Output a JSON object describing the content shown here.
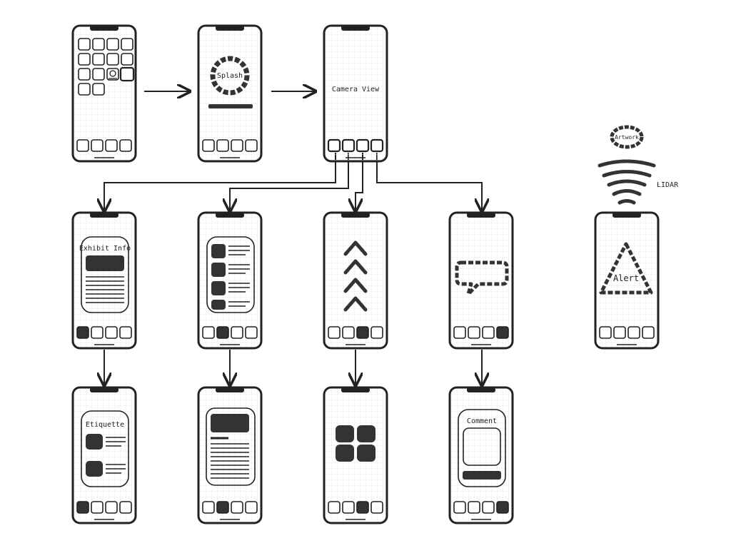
{
  "labels": {
    "splash": "Splash",
    "camera_view": "Camera View",
    "exhibit_info": "Exhibit Info",
    "etiquette": "Etiquette",
    "comment": "Comment",
    "artwork": "Artwork",
    "lidar": "LIDAR",
    "alert": "Alert"
  },
  "colors": {
    "outline": "#222222",
    "fill": "#333333",
    "grid": "#e4e4e4",
    "screen": "#ffffff"
  }
}
